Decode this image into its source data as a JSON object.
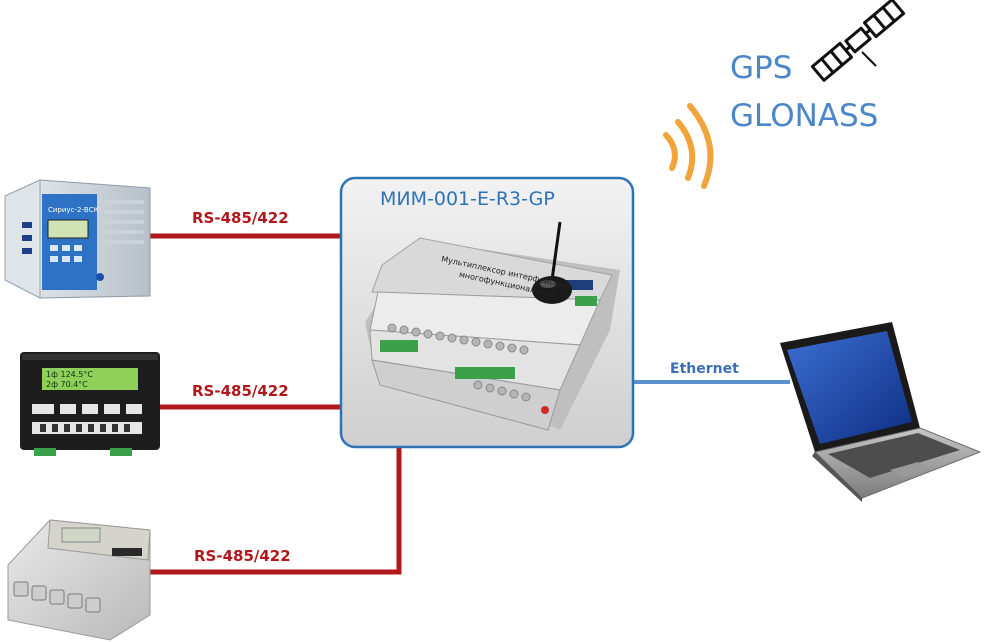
{
  "central_device": {
    "title": "МИМ-001-E-R3-GP",
    "panel_text_1": "Мультиплексор интерфейсный",
    "panel_text_2": "многофункциональный"
  },
  "satellite": {
    "line1": "GPS",
    "line2": "GLONASS"
  },
  "links": {
    "top": "RS-485/422",
    "middle": "RS-485/422",
    "bottom": "RS-485/422",
    "ethernet": "Ethernet"
  },
  "devices": {
    "relay": {
      "panel_label": "Сириус-2-ВСК"
    },
    "controller": {
      "display_line1": "1ф 124.5°С",
      "display_line2": "2ф 70.4°С"
    }
  },
  "colors": {
    "rs485_line": "#b0181c",
    "ethernet_line": "#5b8fd0",
    "accent_blue": "#2e74b5",
    "signal_orange": "#f0a43a"
  },
  "icons": [
    "satellite-icon",
    "wireless-signal-icon",
    "laptop-icon",
    "relay-device-icon",
    "controller-device-icon",
    "meter-device-icon",
    "antenna-icon"
  ]
}
